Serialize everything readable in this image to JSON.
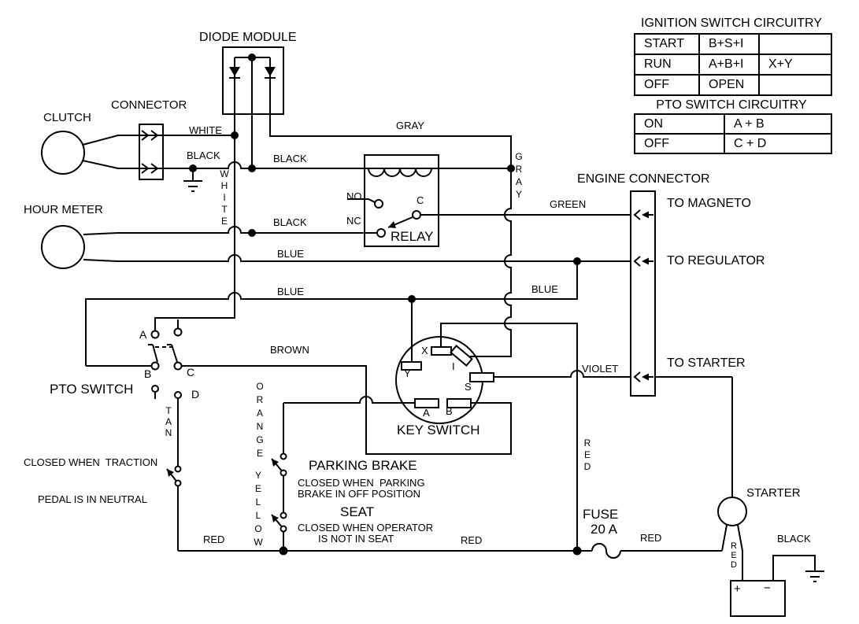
{
  "tables": {
    "ignition": {
      "title": "IGNITION SWITCH CIRCUITRY",
      "rows": [
        {
          "mode": "START",
          "circuit": "B+S+I",
          "extra": ""
        },
        {
          "mode": "RUN",
          "circuit": "A+B+I",
          "extra": "X+Y"
        },
        {
          "mode": "OFF",
          "circuit": "OPEN",
          "extra": ""
        }
      ]
    },
    "pto": {
      "title": "PTO SWITCH CIRCUITRY",
      "rows": [
        {
          "mode": "ON",
          "circuit": "A + B"
        },
        {
          "mode": "OFF",
          "circuit": "C + D"
        }
      ]
    }
  },
  "components": {
    "clutch": "CLUTCH",
    "connector": "CONNECTOR",
    "diode_module": "DIODE MODULE",
    "hour_meter": "HOUR METER",
    "relay": "RELAY",
    "pto_switch": "PTO SWITCH",
    "key_switch": "KEY SWITCH",
    "engine_connector": "ENGINE CONNECTOR",
    "parking_brake": "PARKING BRAKE",
    "seat": "SEAT",
    "starter": "STARTER",
    "fuse_name": "FUSE",
    "fuse_rating": "20 A",
    "battery_plus": "+",
    "battery_minus": "−"
  },
  "engine_connections": {
    "magneto": "TO MAGNETO",
    "regulator": "TO REGULATOR",
    "starter": "TO STARTER"
  },
  "relay_terminals": {
    "no": "NO",
    "nc": "NC",
    "c": "C"
  },
  "key_terminals": {
    "x": "X",
    "i": "I",
    "y": "Y",
    "s": "S",
    "a": "A",
    "b": "B"
  },
  "pto_terminals": {
    "a": "A",
    "b": "B",
    "c": "C",
    "d": "D"
  },
  "wire_labels": {
    "white_top": "WHITE",
    "black_top": "BLACK",
    "black_coil": "BLACK",
    "black_relay": "BLACK",
    "gray_top": "GRAY",
    "gray_vertical": "GRAY",
    "white_vertical": "WHITE",
    "green": "GREEN",
    "blue_regulator": "BLUE",
    "blue_lower": "BLUE",
    "blue_right": "BLUE",
    "brown": "BROWN",
    "violet": "VIOLET",
    "orange_vertical": "ORANGE",
    "yellow_vertical": "YELLOW",
    "tan_vertical": "TAN",
    "red_bottom_left": "RED",
    "red_bottom_mid": "RED",
    "red_fuse_right": "RED",
    "red_vertical_fuse": "RED",
    "red_vertical_battery": "RED",
    "black_battery": "BLACK"
  },
  "notes": {
    "traction_line1": "CLOSED WHEN  TRACTION",
    "traction_line2": "PEDAL IS IN NEUTRAL",
    "parking_line1": "CLOSED WHEN  PARKING",
    "parking_line2": "BRAKE IN OFF POSITION",
    "seat_line1": "CLOSED WHEN OPERATOR",
    "seat_line2": "IS NOT IN SEAT"
  }
}
